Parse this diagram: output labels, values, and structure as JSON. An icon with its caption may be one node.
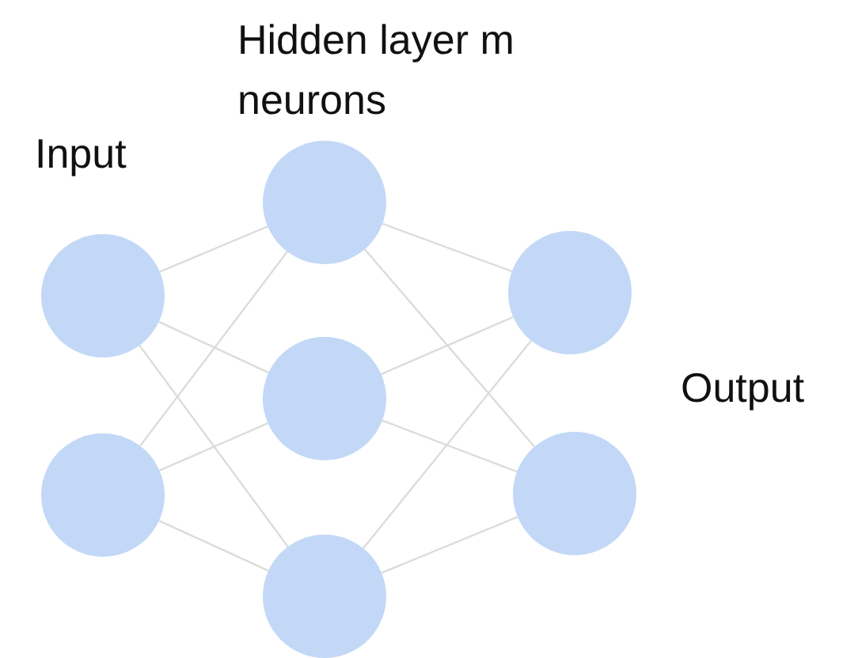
{
  "diagram": {
    "nodes": [
      {
        "text": [],
        "shape": "circle"
      },
      {
        "text": [],
        "shape": "circle"
      },
      {
        "text": [],
        "shape": "circle"
      },
      {
        "text": [],
        "shape": "circle"
      },
      {
        "text": [],
        "shape": "circle"
      },
      {
        "text": [],
        "shape": "circle"
      },
      {
        "text": [],
        "shape": "circle"
      }
    ],
    "edges": [
      {
        "from": 0,
        "to": 2,
        "arrow": "none"
      },
      {
        "from": 0,
        "to": 3,
        "arrow": "none"
      },
      {
        "from": 0,
        "to": 4,
        "arrow": "none"
      },
      {
        "from": 1,
        "to": 2,
        "arrow": "none"
      },
      {
        "from": 1,
        "to": 3,
        "arrow": "none"
      },
      {
        "from": 1,
        "to": 4,
        "arrow": "none"
      },
      {
        "from": 2,
        "to": 5,
        "arrow": "none"
      },
      {
        "from": 2,
        "to": 6,
        "arrow": "none"
      },
      {
        "from": 3,
        "to": 5,
        "arrow": "none"
      },
      {
        "from": 3,
        "to": 6,
        "arrow": "none"
      },
      {
        "from": 4,
        "to": 5,
        "arrow": "none"
      },
      {
        "from": 4,
        "to": 6,
        "arrow": "none"
      }
    ],
    "labels": [
      "Input",
      "Hidden layer m neurons",
      "Output"
    ]
  }
}
